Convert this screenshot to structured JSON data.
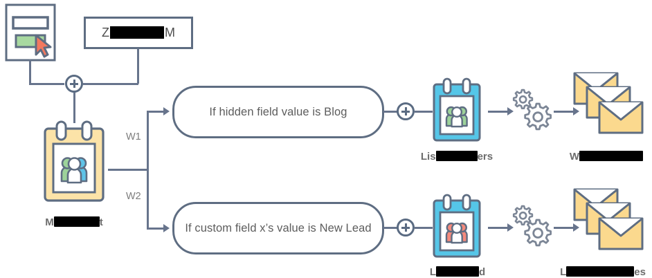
{
  "diagram": {
    "title": "Marketing automation workflow diagram",
    "source_node": {
      "icon": "web-form-icon",
      "cursor_color": "#f2795f",
      "button_color": "#a8d9a0"
    },
    "crm_node": {
      "label_visible_prefix": "Z",
      "label_redacted": "██████",
      "label_visible_suffix": "M",
      "full_label": "Z██████M"
    },
    "merge_node": {
      "icon": "plus-circle-icon"
    },
    "master_list": {
      "icon": "contact-list-calendar-icon",
      "frame_color": "#fbd98e",
      "caption_prefix": "M",
      "caption_redacted": "██████",
      "caption_suffix": "t",
      "caption_full": "M██████t"
    },
    "branches": [
      {
        "id": "w1",
        "branch_label": "W1",
        "condition": "If hidden field value is Blog",
        "plus_node": "plus-circle-icon",
        "list_icon": "contact-list-calendar-icon",
        "list_icon_frame_color": "#55c6e8",
        "list_icon_people_color": "#9dd39a",
        "list_caption_prefix": "Lis",
        "list_caption_redacted": "███████",
        "list_caption_suffix": "ers",
        "list_caption_full": "Lis███████ers",
        "process_icon": "gears-icon",
        "mail_icon": "stacked-envelopes-icon",
        "mail_caption_prefix": "W",
        "mail_caption_redacted": "█████████",
        "mail_caption_suffix": "",
        "mail_caption_full": "W█████████"
      },
      {
        "id": "w2",
        "branch_label": "W2",
        "condition": "If custom field x’s value is New Lead",
        "plus_node": "plus-circle-icon",
        "list_icon": "contact-list-calendar-icon",
        "list_icon_frame_color": "#55c6e8",
        "list_icon_people_color": "#f58a7c",
        "list_caption_prefix": "L",
        "list_caption_redacted": "███████",
        "list_caption_suffix": "d",
        "list_caption_full": "L███████d",
        "process_icon": "gears-icon",
        "mail_icon": "stacked-envelopes-icon",
        "mail_caption_prefix": "L",
        "mail_caption_redacted": "██████████",
        "mail_caption_suffix": "es",
        "mail_caption_full": "L██████████es"
      }
    ],
    "colors": {
      "line": "#67748c",
      "outline": "#5e6d82",
      "amber": "#fbd98e",
      "cyan": "#55c6e8",
      "green": "#9dd39a",
      "salmon": "#f58a7c",
      "blue": "#5fc4e8",
      "text": "#5c5c5c",
      "caption": "#6d6d6d",
      "redaction": "#000000"
    }
  }
}
